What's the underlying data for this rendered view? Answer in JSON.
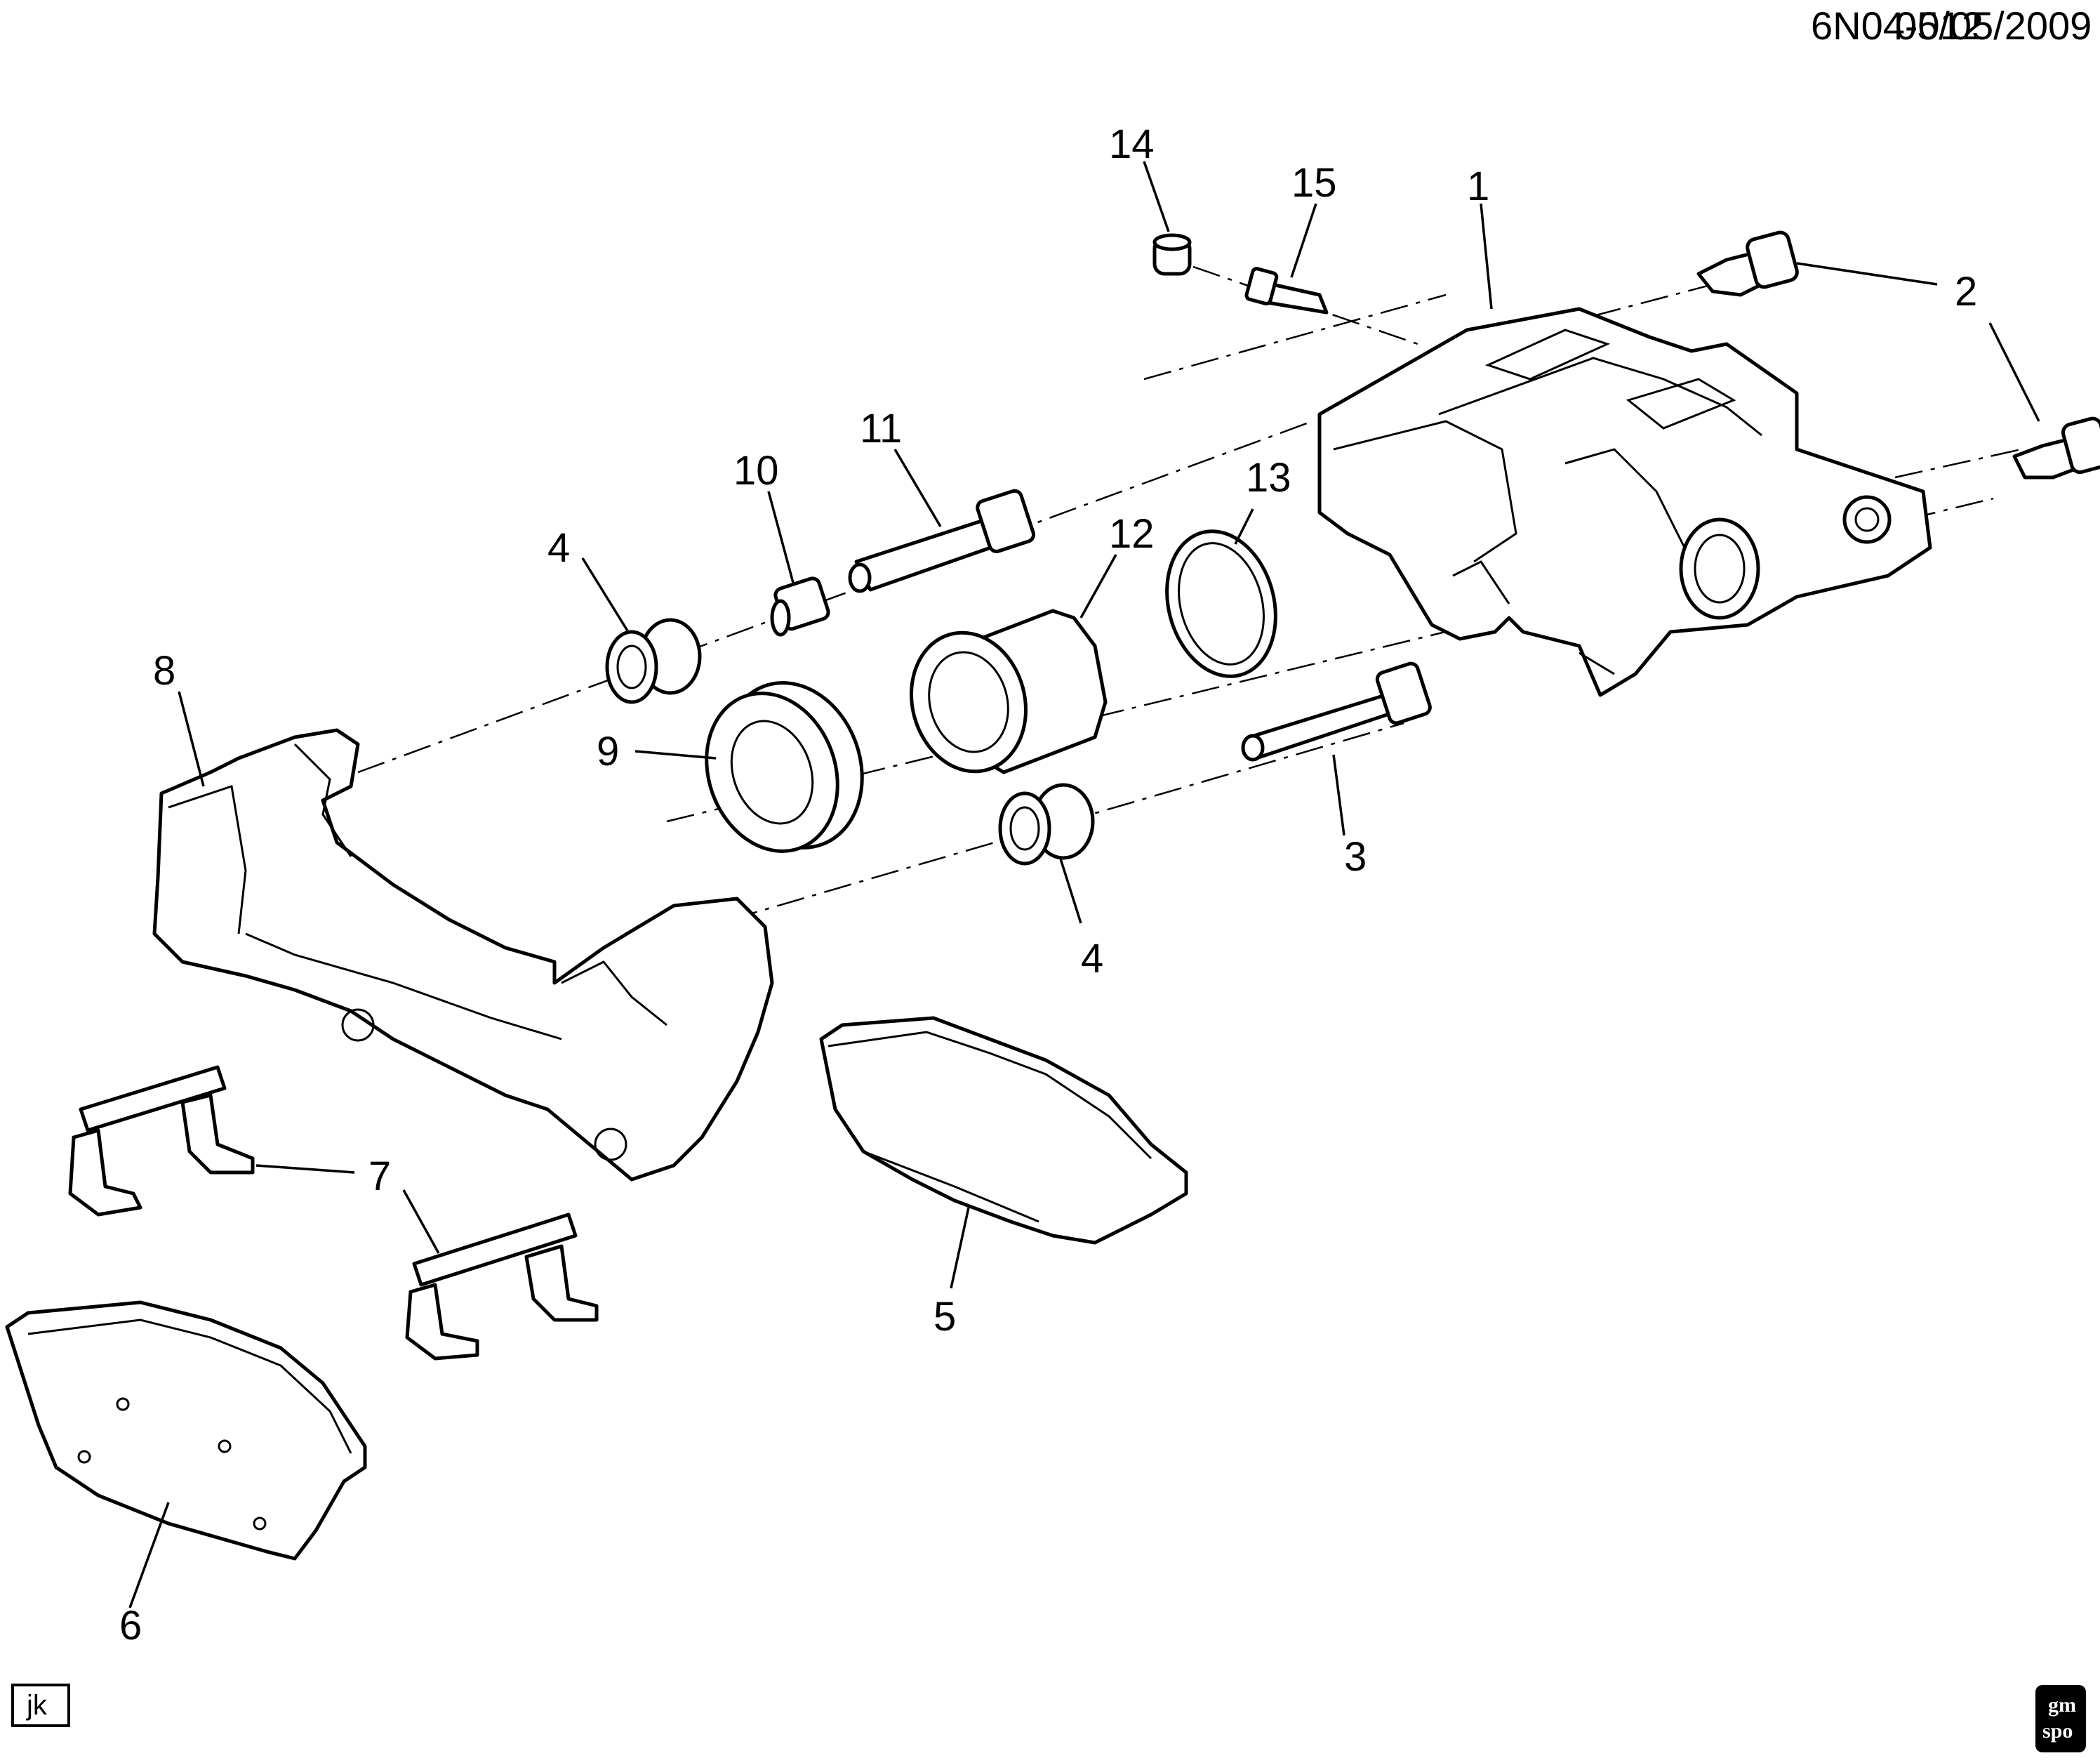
{
  "header": {
    "diagram_code": "6N04-012",
    "date": "05/05/2009"
  },
  "footer": {
    "author_tag": "jk",
    "logo_text": [
      "gm",
      "spo"
    ]
  },
  "callouts": [
    {
      "id": "c1",
      "label": "1"
    },
    {
      "id": "c2",
      "label": "2"
    },
    {
      "id": "c3",
      "label": "3"
    },
    {
      "id": "c4a",
      "label": "4"
    },
    {
      "id": "c4b",
      "label": "4"
    },
    {
      "id": "c5",
      "label": "5"
    },
    {
      "id": "c6",
      "label": "6"
    },
    {
      "id": "c7",
      "label": "7"
    },
    {
      "id": "c8",
      "label": "8"
    },
    {
      "id": "c9",
      "label": "9"
    },
    {
      "id": "c10",
      "label": "10"
    },
    {
      "id": "c11",
      "label": "11"
    },
    {
      "id": "c12",
      "label": "12"
    },
    {
      "id": "c13",
      "label": "13"
    },
    {
      "id": "c14",
      "label": "14"
    },
    {
      "id": "c15",
      "label": "15"
    }
  ]
}
